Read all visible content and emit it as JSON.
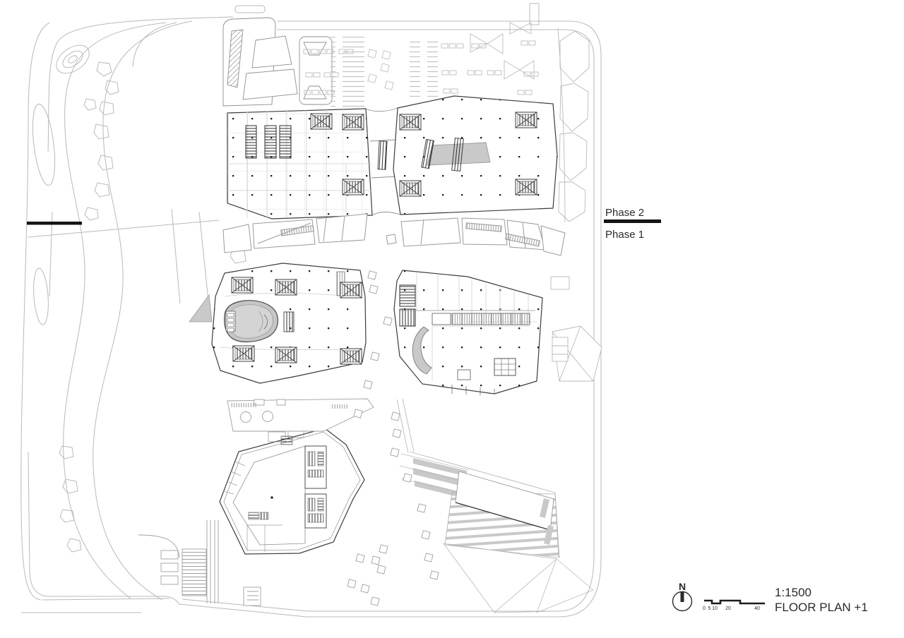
{
  "drawing": {
    "title": "FLOOR PLAN +1",
    "phase_boundary": {
      "upper_label": "Phase 2",
      "lower_label": "Phase 1"
    },
    "legend": {
      "north_label": "N",
      "scale_ratio": "1:1500",
      "plan_title": "FLOOR PLAN +1",
      "scale_ticks": [
        "0",
        "5",
        "10",
        "20",
        "40"
      ]
    },
    "colors": {
      "background": "#ffffff",
      "building_line": "#3c3c3c",
      "site_line": "#b9b9b9",
      "mid_line": "#8f8f8f",
      "fill_gray": "#c9c9c9",
      "auditorium_gray": "#c5c5c5",
      "phase_line": "#141414",
      "text": "#2b2b2b"
    }
  }
}
